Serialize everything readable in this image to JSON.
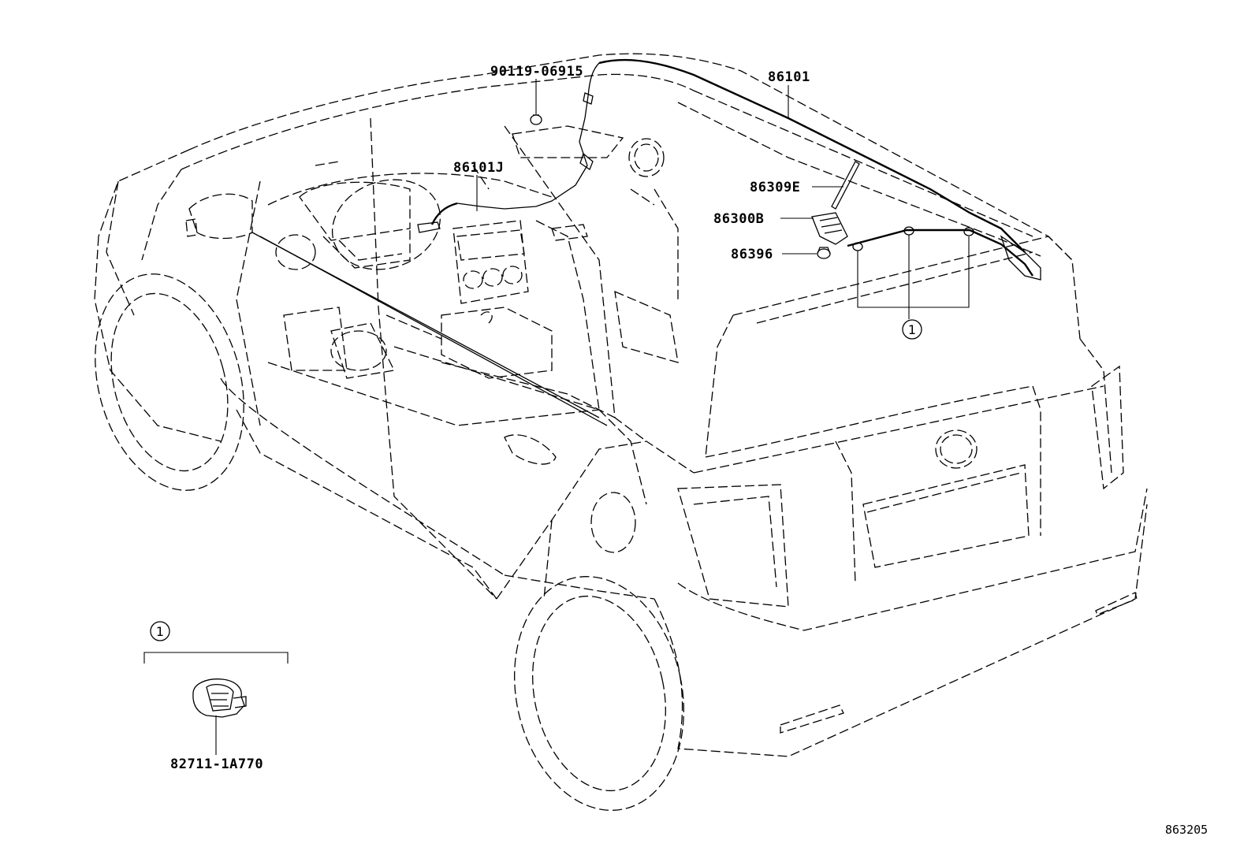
{
  "diagram": {
    "reference_number": "863205",
    "callouts": {
      "antenna_cord": "86101",
      "antenna_cord_sub": "86101J",
      "clip_bolt": "90119-06915",
      "antenna_element": "86309E",
      "antenna_amplifier": "86300B",
      "antenna_nut": "86396",
      "clamp": "82711-1A770"
    },
    "detail_marker": "1"
  }
}
